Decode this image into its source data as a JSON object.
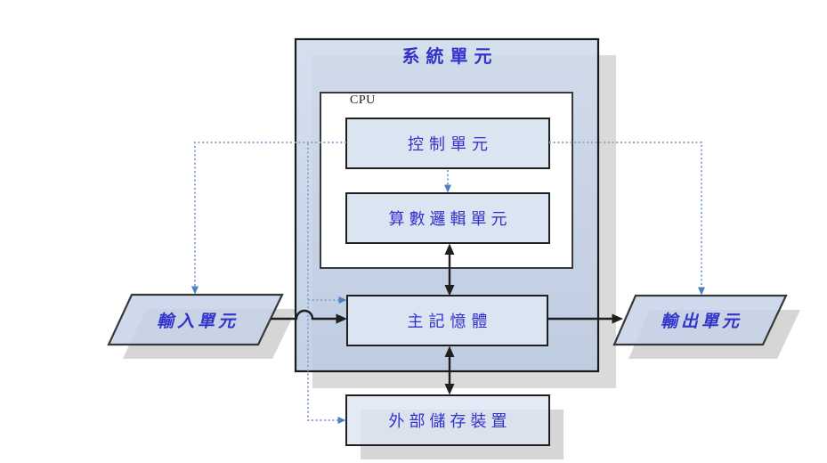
{
  "diagram": {
    "title": "系統單元",
    "cpu_label": "CPU",
    "nodes": {
      "system_unit": {
        "label": "系統單元",
        "type": "container"
      },
      "cpu": {
        "label": "CPU",
        "type": "container"
      },
      "control_unit": {
        "label": "控制單元",
        "type": "box"
      },
      "alu": {
        "label": "算數邏輯單元",
        "type": "box"
      },
      "main_memory": {
        "label": "主記憶體",
        "type": "box"
      },
      "external_storage": {
        "label": "外部儲存裝置",
        "type": "box"
      },
      "input_unit": {
        "label": "輸入單元",
        "type": "parallelogram"
      },
      "output_unit": {
        "label": "輸出單元",
        "type": "parallelogram"
      }
    },
    "edges": [
      {
        "from": "input_unit",
        "to": "main_memory",
        "style": "solid",
        "arrows": "end",
        "note": "crosses dashed line with hop"
      },
      {
        "from": "main_memory",
        "to": "output_unit",
        "style": "solid",
        "arrows": "end"
      },
      {
        "from": "alu",
        "to": "main_memory",
        "style": "solid",
        "arrows": "both"
      },
      {
        "from": "main_memory",
        "to": "external_storage",
        "style": "solid",
        "arrows": "both"
      },
      {
        "from": "control_unit",
        "to": "alu",
        "style": "dashed",
        "arrows": "end"
      },
      {
        "from": "control_unit",
        "to": "input_unit",
        "style": "dashed",
        "arrows": "end"
      },
      {
        "from": "control_unit",
        "to": "main_memory",
        "style": "dashed",
        "arrows": "end"
      },
      {
        "from": "control_unit",
        "to": "external_storage",
        "style": "dashed",
        "arrows": "end"
      },
      {
        "from": "control_unit",
        "to": "output_unit",
        "style": "dashed",
        "arrows": "end"
      }
    ],
    "colors": {
      "label_text": "#3333cc",
      "cpu_text": "#1c1c1c",
      "panel_fill": "#c9d6e9",
      "box_fill": "#dbe4f1",
      "cpu_fill": "#ffffff",
      "border": "#1f1f1f",
      "shadow": "#dadada",
      "dashed_line": "#8aa8d4",
      "dashed_arrowhead": "#4b7fc1",
      "solid_arrow": "#1f1f1f",
      "background": "#ffffff"
    }
  }
}
